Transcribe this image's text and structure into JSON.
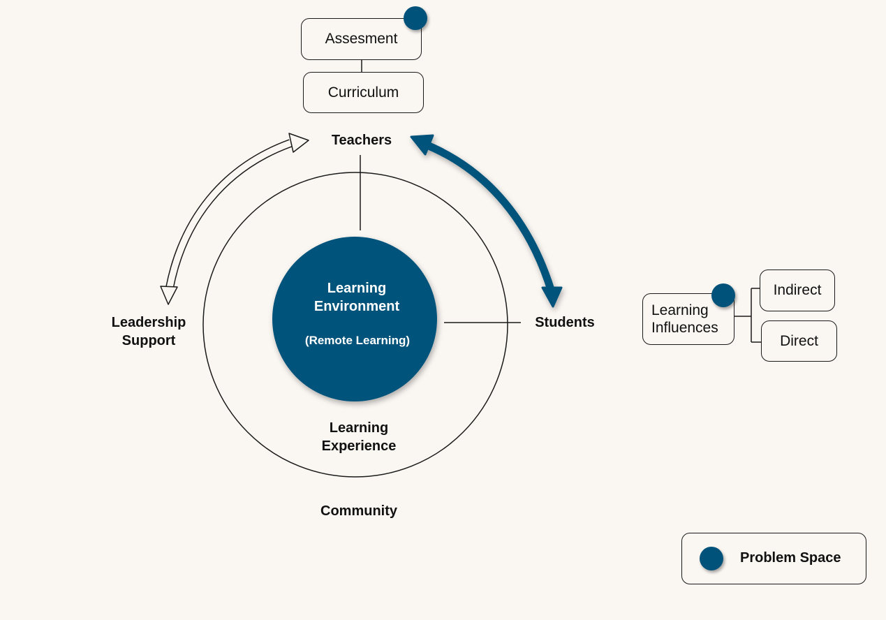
{
  "nodes": {
    "assessment": "Assesment",
    "curriculum": "Curriculum",
    "teachers": "Teachers",
    "leadership_line1": "Leadership",
    "leadership_line2": "Support",
    "students": "Students",
    "learning_environment_line1": "Learning",
    "learning_environment_line2": "Environment",
    "remote_learning": "(Remote Learning)",
    "learning_experience_line1": "Learning",
    "learning_experience_line2": "Experience",
    "community": "Community",
    "learning_influences_line1": "Learning",
    "learning_influences_line2": "Influences",
    "indirect": "Indirect",
    "direct": "Direct"
  },
  "legend": {
    "label": "Problem Space"
  },
  "colors": {
    "accent": "#00527a",
    "background": "#faf6f2",
    "line": "#1a1a1a"
  }
}
